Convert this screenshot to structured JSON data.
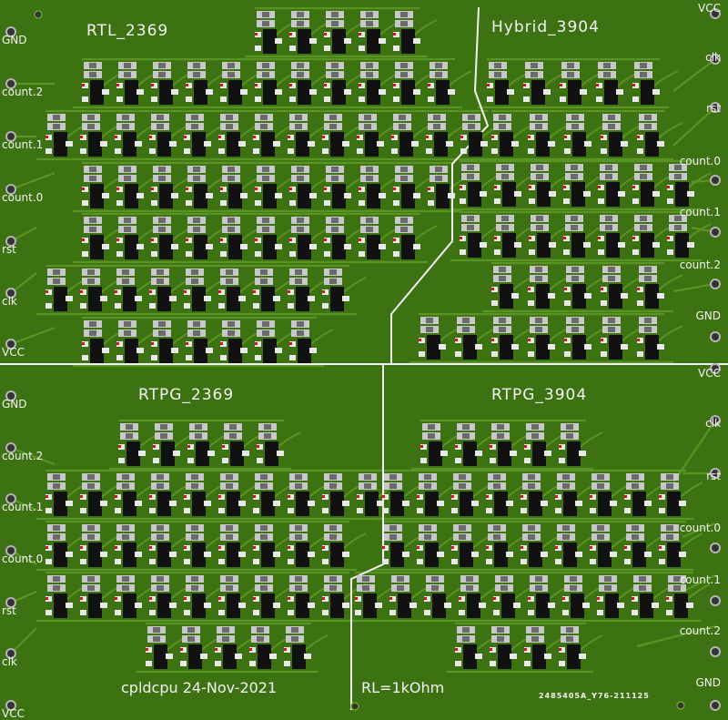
{
  "boards": [
    {
      "title": "RTL_2369",
      "pins": [
        "GND",
        "count.2",
        "count.1",
        "count.0",
        "rst",
        "clk",
        "VCC"
      ]
    },
    {
      "title": "Hybrid_3904",
      "pins": [
        "VCC",
        "clk",
        "rst",
        "count.0",
        "count.1",
        "count.2",
        "GND"
      ]
    },
    {
      "title": "RTPG_2369",
      "pins": [
        "GND",
        "count.2",
        "count.1",
        "count.0",
        "rst",
        "clk",
        "VCC"
      ]
    },
    {
      "title": "RTPG_3904",
      "pins": [
        "VCC",
        "clk",
        "rst",
        "count.0",
        "count.1",
        "count.2",
        "GND"
      ]
    }
  ],
  "footer": {
    "project": "cpldcpu 24-Nov-2021",
    "resistor": "RL=1kOhm",
    "order_code": "2485405A_Y76-211125"
  },
  "colors": {
    "board": "#3d7212",
    "trace": "#5a9422",
    "silk": "#f2f2f2",
    "body": "#111111",
    "pad": "#c8c8c8"
  }
}
